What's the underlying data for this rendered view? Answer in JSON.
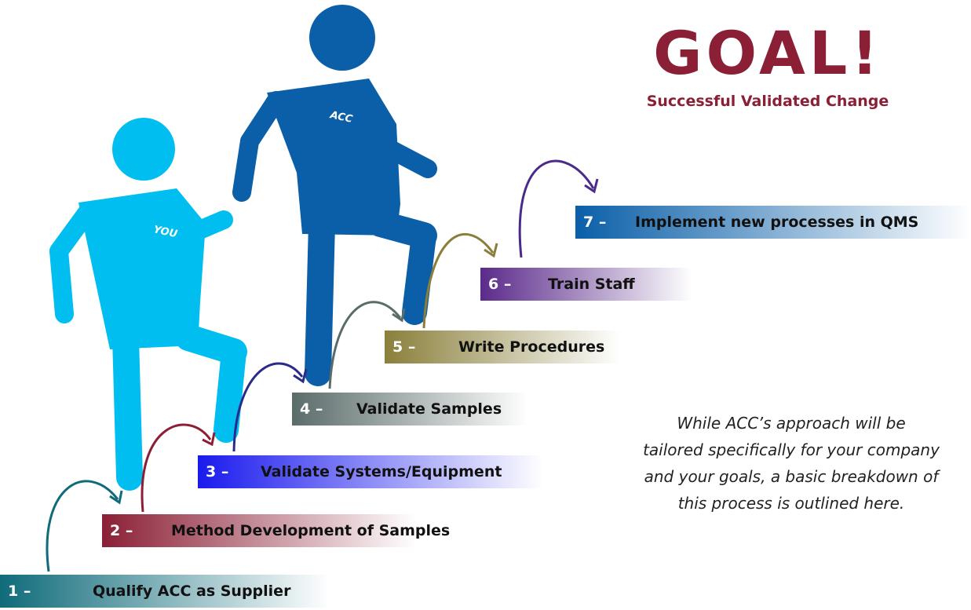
{
  "goal": {
    "title": "GOAL!",
    "subtitle": "Successful Validated Change"
  },
  "figures": {
    "you_label": "YOU",
    "acc_label": "ACC",
    "you_color": "#00bff0",
    "acc_color": "#0a5fa8"
  },
  "steps": [
    {
      "num": "1 –",
      "label": "Qualify ACC as Supplier",
      "color": "#0f6b7a"
    },
    {
      "num": "2 –",
      "label": "Method Development of Samples",
      "color": "#8b1f35"
    },
    {
      "num": "3 –",
      "label": "Validate Systems/Equipment",
      "color": "#1a1aee"
    },
    {
      "num": "4 –",
      "label": "Validate Samples",
      "color": "#5a6c6a"
    },
    {
      "num": "5 –",
      "label": "Write Procedures",
      "color": "#8a7f3a"
    },
    {
      "num": "6 –",
      "label": "Train Staff",
      "color": "#5a2a8a"
    },
    {
      "num": "7 –",
      "label": "Implement new processes in QMS",
      "color": "#0a5fa8"
    }
  ],
  "note": {
    "line1": "While ACC’s approach will be",
    "line2": "tailored specifically for your company",
    "line3": "and your goals, a basic breakdown of",
    "line4": "this process is outlined here."
  }
}
